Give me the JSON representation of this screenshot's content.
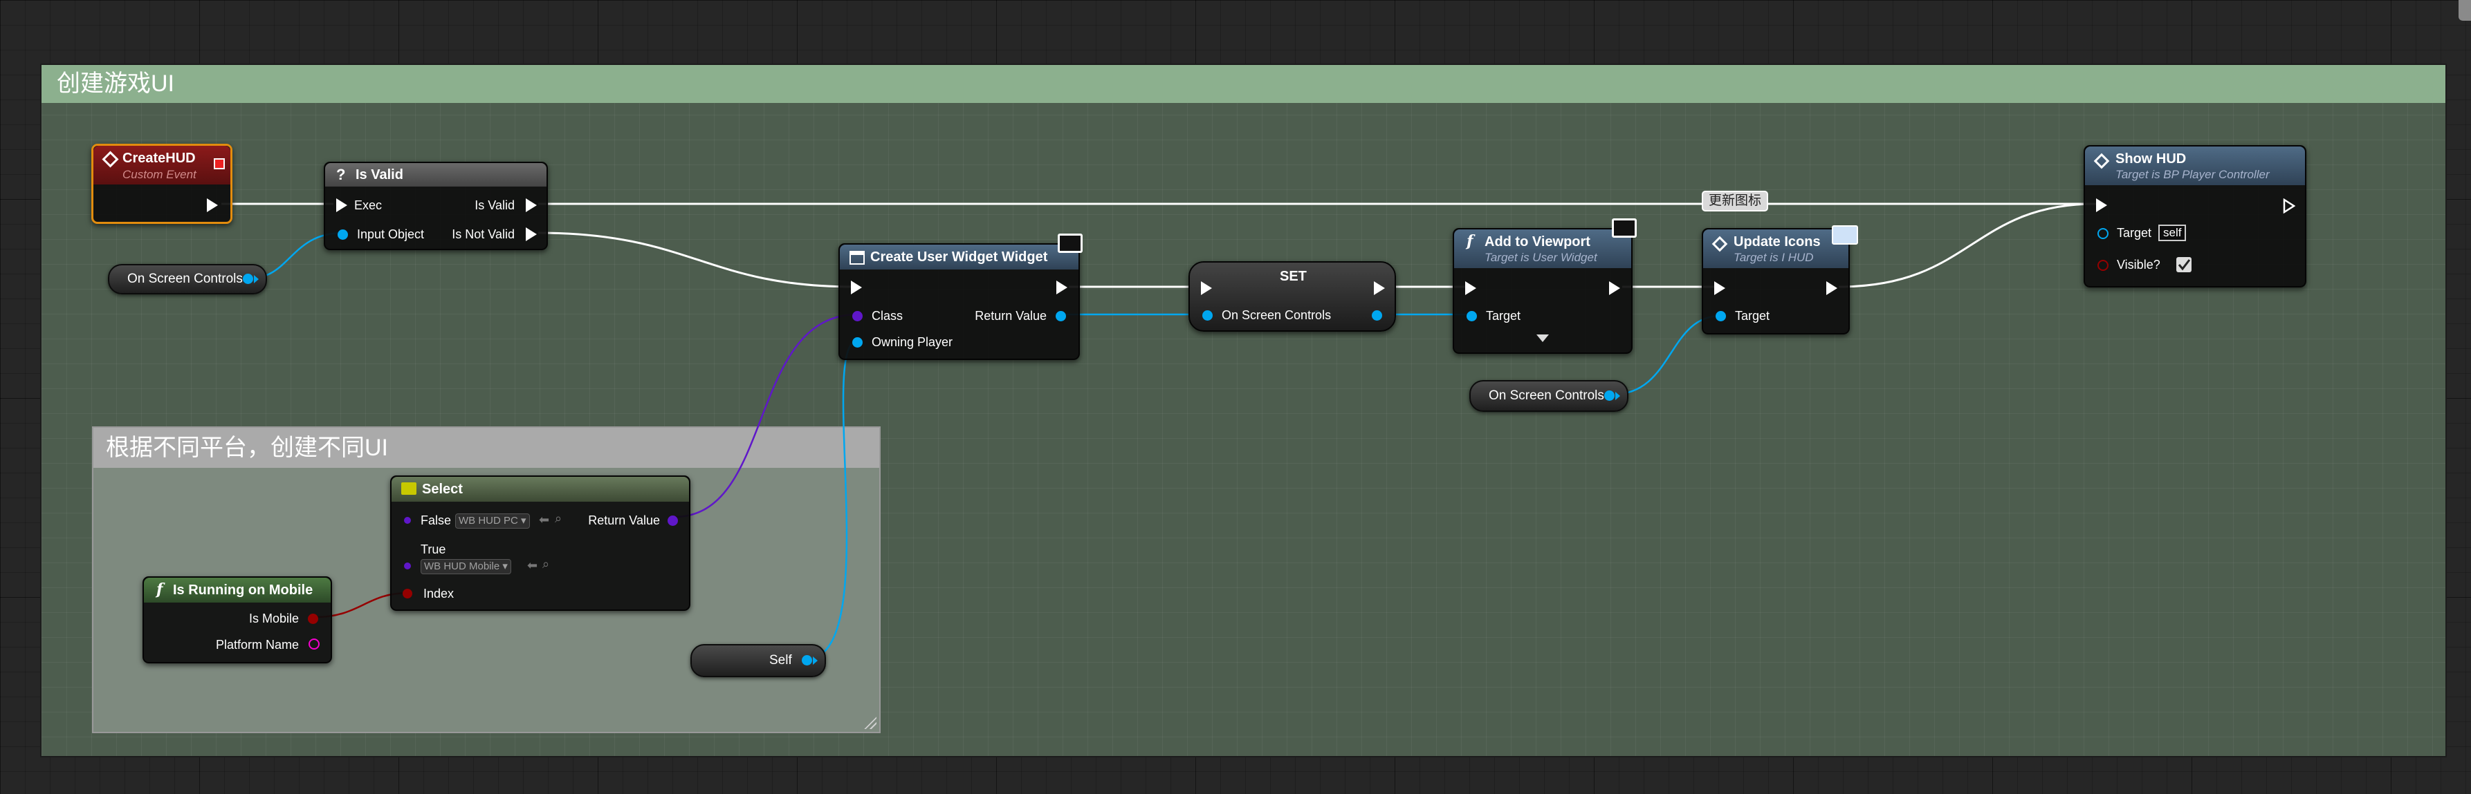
{
  "graph": {
    "comment_main_title": "创建游戏UI",
    "comment_sub_title": "根据不同平台，创建不同UI"
  },
  "colors": {
    "exec": "#ffffff",
    "object_pin": "#00a7f0",
    "class_pin": "#5f17c9",
    "bool_pin": "#950000",
    "string_pin": "#f600d0",
    "event_header": "#7a1414",
    "function_header": "#3d5e7a",
    "macro_header": "#575757",
    "select_header": "#4a5a3c",
    "pure_function_header": "#3a5a32",
    "selection_outline": "#e28c0e"
  },
  "nodes": {
    "create_hud": {
      "title": "CreateHUD",
      "subtitle": "Custom Event"
    },
    "is_valid": {
      "title": "Is Valid",
      "exec_in": "Exec",
      "input_object": "Input Object",
      "out_valid": "Is Valid",
      "out_not_valid": "Is Not Valid"
    },
    "on_screen_controls_1": {
      "label": "On Screen Controls"
    },
    "create_widget": {
      "title": "Create User Widget Widget",
      "class": "Class",
      "owning_player": "Owning Player",
      "return_value": "Return Value"
    },
    "set": {
      "title": "SET",
      "var": "On Screen Controls"
    },
    "add_to_viewport": {
      "title": "Add to Viewport",
      "subtitle": "Target is User Widget",
      "target": "Target"
    },
    "update_icons": {
      "title": "Update Icons",
      "subtitle": "Target is I HUD",
      "target": "Target",
      "reroute_comment": "更新图标"
    },
    "on_screen_controls_2": {
      "label": "On Screen Controls"
    },
    "show_hud": {
      "title": "Show HUD",
      "subtitle": "Target is BP Player Controller",
      "target": "Target",
      "target_value": "self",
      "visible": "Visible?",
      "visible_checked": true
    },
    "select": {
      "title": "Select",
      "false_label": "False",
      "false_value": "WB HUD PC",
      "true_label": "True",
      "true_value": "WB HUD Mobile",
      "index": "Index",
      "return_value": "Return Value"
    },
    "is_running_on_mobile": {
      "title": "Is Running on Mobile",
      "is_mobile": "Is Mobile",
      "platform_name": "Platform Name"
    },
    "self": {
      "label": "Self"
    }
  }
}
